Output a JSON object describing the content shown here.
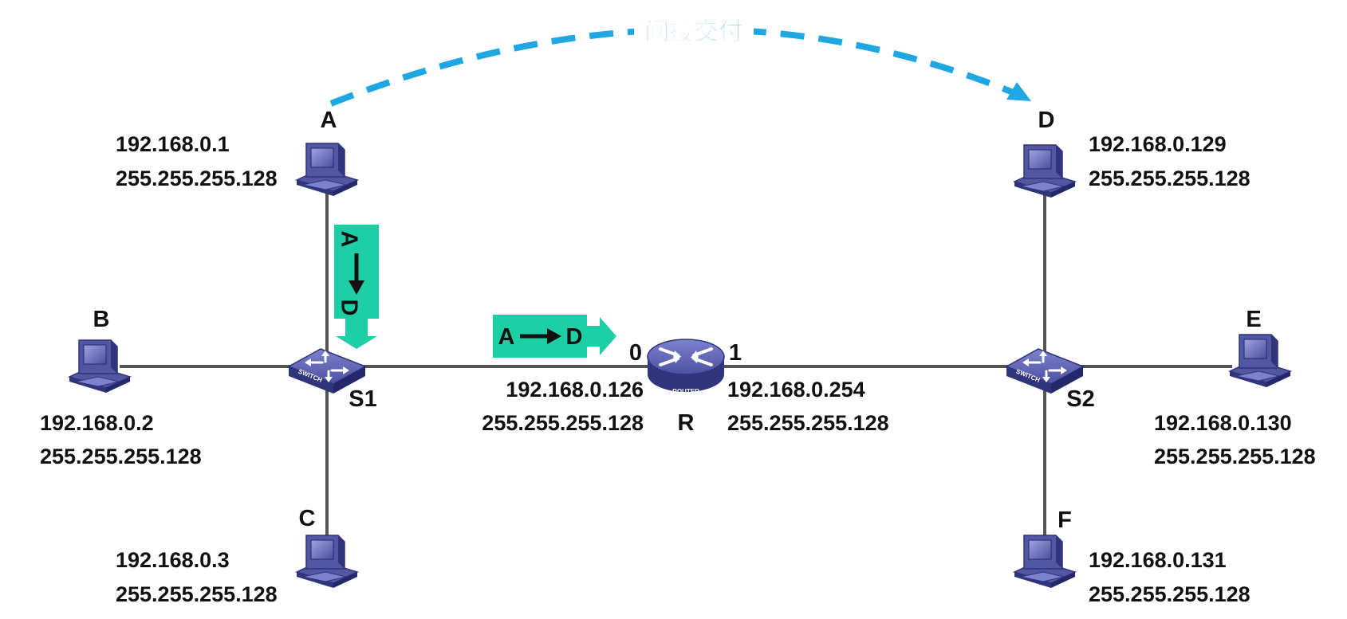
{
  "colors": {
    "link": "#555555",
    "device": "#5257a3",
    "device_dark": "#30347a",
    "packet": "#1ecfa6",
    "indirect": "#1ea7e3"
  },
  "indirect_label": "间接交付",
  "hosts": [
    {
      "id": "A",
      "label": "A",
      "ip": "192.168.0.1",
      "mask": "255.255.255.128",
      "icon": "computer-icon"
    },
    {
      "id": "B",
      "label": "B",
      "ip": "192.168.0.2",
      "mask": "255.255.255.128",
      "icon": "computer-icon"
    },
    {
      "id": "C",
      "label": "C",
      "ip": "192.168.0.3",
      "mask": "255.255.255.128",
      "icon": "computer-icon"
    },
    {
      "id": "D",
      "label": "D",
      "ip": "192.168.0.129",
      "mask": "255.255.255.128",
      "icon": "computer-icon"
    },
    {
      "id": "E",
      "label": "E",
      "ip": "192.168.0.130",
      "mask": "255.255.255.128",
      "icon": "computer-icon"
    },
    {
      "id": "F",
      "label": "F",
      "ip": "192.168.0.131",
      "mask": "255.255.255.128",
      "icon": "computer-icon"
    }
  ],
  "switches": [
    {
      "id": "S1",
      "label": "S1",
      "device_text": "SWITCH",
      "icon": "switch-icon"
    },
    {
      "id": "S2",
      "label": "S2",
      "device_text": "SWITCH",
      "icon": "switch-icon"
    }
  ],
  "router": {
    "label": "R",
    "device_text": "ROUTER",
    "icon": "router-icon",
    "ports": [
      {
        "label": "0",
        "ip": "192.168.0.126",
        "mask": "255.255.255.128"
      },
      {
        "label": "1",
        "ip": "192.168.0.254",
        "mask": "255.255.255.128"
      }
    ]
  },
  "packets": [
    {
      "src": "A",
      "dst": "D",
      "direction": "down"
    },
    {
      "src": "A",
      "dst": "D",
      "direction": "right"
    }
  ]
}
